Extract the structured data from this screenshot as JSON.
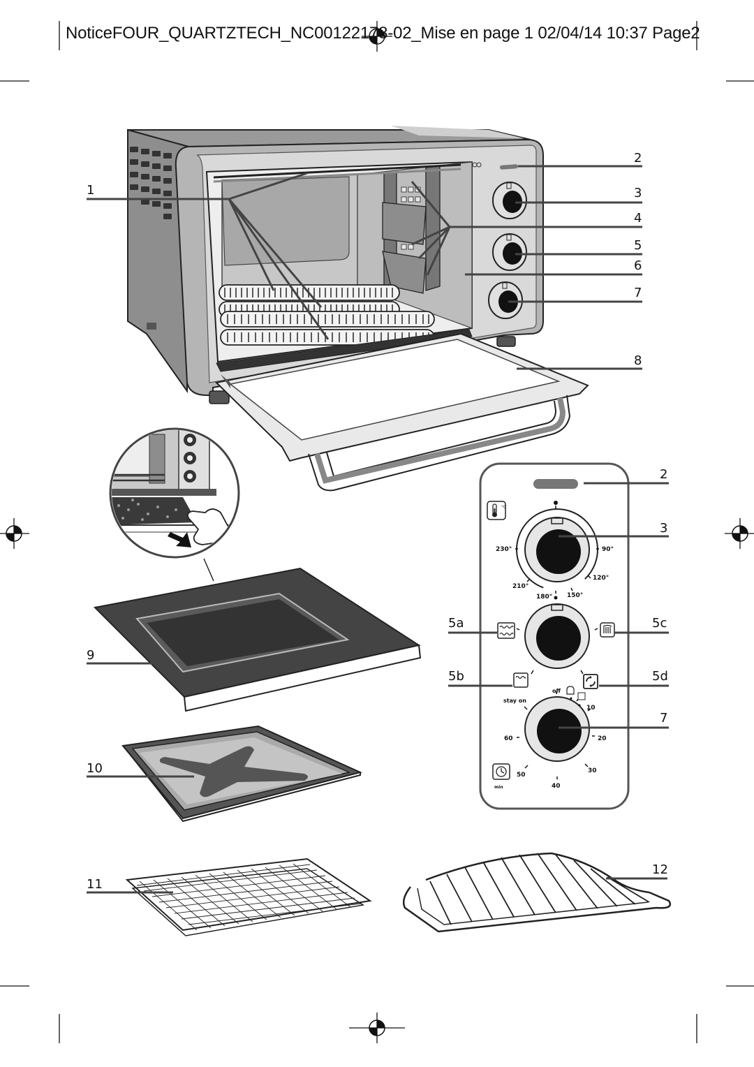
{
  "header": {
    "text": "NoticeFOUR_QUARTZTECH_NC00122178-02_Mise en page 1  02/04/14  10:37  Page2"
  },
  "callouts": {
    "c1": "1",
    "c2": "2",
    "c3": "3",
    "c4": "4",
    "c5": "5",
    "c6": "6",
    "c7": "7",
    "c8": "8",
    "c9": "9",
    "c10": "10",
    "c11": "11",
    "c12": "12",
    "panel_c2": "2",
    "panel_c3": "3",
    "panel_c5a": "5a",
    "panel_c5b": "5b",
    "panel_c5c": "5c",
    "panel_c5d": "5d",
    "panel_c7": "7"
  },
  "control_panel": {
    "thermostat_icon_label": "°C",
    "temperatures": {
      "t230": "230°",
      "t210": "210°",
      "t180": "180°",
      "t150": "150°",
      "t120": "120°",
      "t90": "90°"
    },
    "timer": {
      "off": "off",
      "stay_on": "stay on",
      "m10": "10",
      "m20": "20",
      "m30": "30",
      "m40": "40",
      "m50": "50",
      "m60": "60",
      "min": "min"
    }
  },
  "icons": [
    "registration-mark-icon",
    "thermometer-icon",
    "top-heat-icon",
    "bottom-heat-icon",
    "grill-icon",
    "convection-fan-icon",
    "clock-icon",
    "pointing-hand-icon",
    "arrow-down-icon"
  ]
}
